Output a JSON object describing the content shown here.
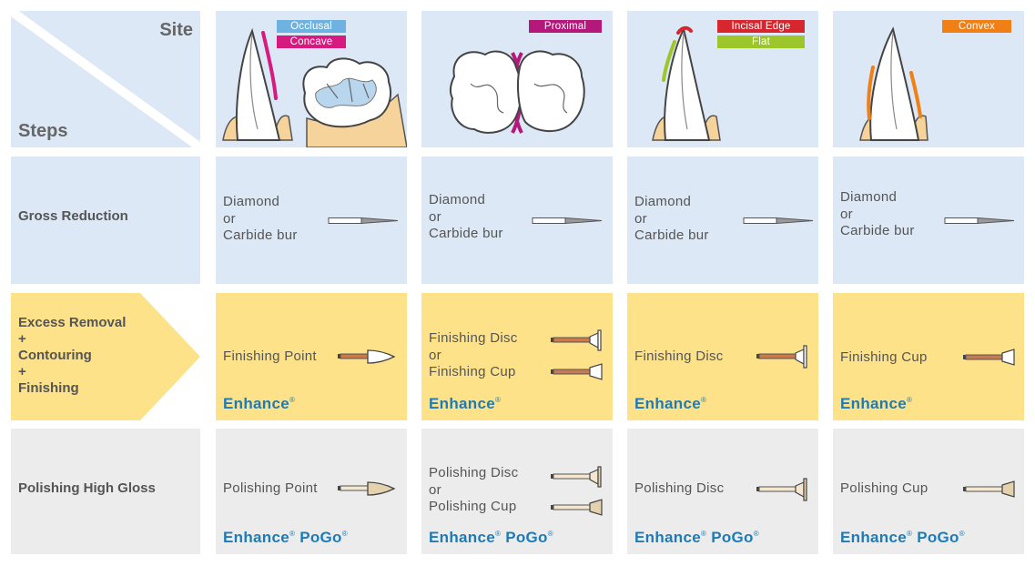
{
  "header": {
    "site": "Site",
    "steps": "Steps"
  },
  "sites": [
    {
      "tags": [
        {
          "label": "Occlusal",
          "color": "#6db2e0"
        },
        {
          "label": "Concave",
          "color": "#d61a7f"
        }
      ]
    },
    {
      "tags": [
        {
          "label": "Proximal",
          "color": "#b4187a"
        }
      ]
    },
    {
      "tags": [
        {
          "label": "Incisal Edge",
          "color": "#d8262e"
        },
        {
          "label": "Flat",
          "color": "#9cc62a"
        }
      ]
    },
    {
      "tags": [
        {
          "label": "Convex",
          "color": "#f07f16"
        }
      ]
    }
  ],
  "steps": [
    {
      "label": [
        "Gross Reduction"
      ]
    },
    {
      "label": [
        "Excess Removal",
        "+",
        "Contouring",
        "+",
        "Finishing"
      ]
    },
    {
      "label": [
        "Polishing High Gloss"
      ]
    }
  ],
  "cells": {
    "gross": [
      {
        "lines": [
          "Diamond",
          "or",
          "Carbide bur"
        ]
      },
      {
        "lines": [
          "Diamond",
          "or",
          "Carbide bur"
        ]
      },
      {
        "lines": [
          "Diamond",
          "or",
          "Carbide bur"
        ]
      },
      {
        "lines": [
          "Diamond",
          "or",
          "Carbide bur"
        ]
      }
    ],
    "finishing": [
      {
        "lines": [
          "Finishing Point"
        ],
        "brand": "Enhance"
      },
      {
        "lines": [
          "Finishing Disc",
          "or",
          "Finishing Cup"
        ],
        "brand": "Enhance"
      },
      {
        "lines": [
          "Finishing Disc"
        ],
        "brand": "Enhance"
      },
      {
        "lines": [
          "Finishing Cup"
        ],
        "brand": "Enhance"
      }
    ],
    "polishing": [
      {
        "lines": [
          "Polishing Point"
        ],
        "brand": "Enhance",
        "brand2": "PoGo"
      },
      {
        "lines": [
          "Polishing Disc",
          "or",
          "Polishing Cup"
        ],
        "brand": "Enhance",
        "brand2": "PoGo"
      },
      {
        "lines": [
          "Polishing Disc"
        ],
        "brand": "Enhance",
        "brand2": "PoGo"
      },
      {
        "lines": [
          "Polishing Cup"
        ],
        "brand": "Enhance",
        "brand2": "PoGo"
      }
    ]
  },
  "brand_mark": "®",
  "colors": {
    "blue_cell": "#dce8f6",
    "yellow_cell": "#fde28a",
    "grey_cell": "#ececec",
    "brand_text": "#1f7bb6"
  }
}
